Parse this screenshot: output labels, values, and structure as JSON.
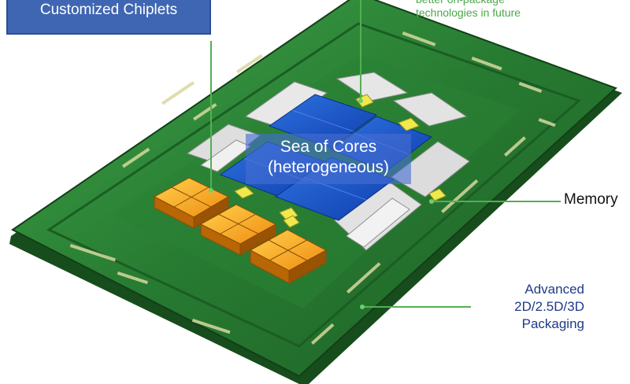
{
  "labels": {
    "chiplets": "Customized Chiplets",
    "future_line1": "better on-package",
    "future_line2": "technologies in future",
    "memory": "Memory",
    "packaging_line1": "Advanced",
    "packaging_line2": "2D/2.5D/3D",
    "packaging_line3": "Packaging",
    "cores_line1": "Sea of Cores",
    "cores_line2": "(heterogeneous)"
  },
  "colors": {
    "callout_box": "#3f66b3",
    "leader_lines": "#4aa84a",
    "board": "#2f8c3a",
    "cores": "#1d57c9",
    "chiplets": "#f39a1a",
    "memory_blocks": "#dcdcdc",
    "pads": "#e8e04a"
  }
}
